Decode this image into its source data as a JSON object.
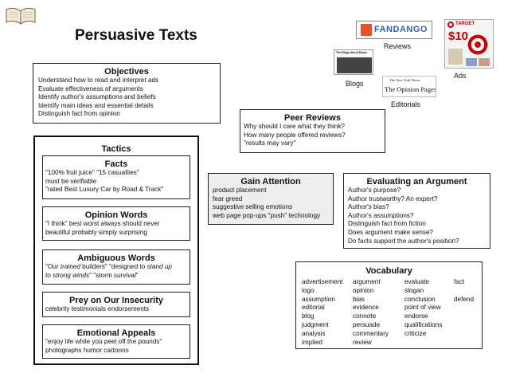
{
  "title": "Persuasive Texts",
  "media": {
    "fandango": "FANDANGO",
    "reviews_label": "Reviews",
    "target_logo": "TARGET",
    "target_price": "$10",
    "ads_label": "Ads",
    "blogs_header": "The Blogs About Music",
    "blogs_label": "Blogs",
    "nyt_name": "The New York Times",
    "opinion_pages": "The Opinion Pages",
    "editorials_label": "Editorials"
  },
  "objectives": {
    "title": "Objectives",
    "items": [
      "Understand how to read and interpret ads",
      "Evaluate effectiveness of arguments",
      "Identify author's assumptions and beliefs",
      "Identify main ideas and essential details",
      "Distinguish fact from opinion"
    ]
  },
  "peer_reviews": {
    "title": "Peer Reviews",
    "items": [
      "Why should I care what they think?",
      "How many people offered reviews?",
      "\"results may vary\""
    ]
  },
  "tactics": {
    "title": "Tactics",
    "facts": {
      "title": "Facts",
      "lines": [
        "\"100% fruit juice\" \"15 casualties\"",
        "must be verifiable",
        "\"rated Best Luxury Car by Road & Track\""
      ]
    },
    "opinion_words": {
      "title": "Opinion  Words",
      "lines": [
        "\"I think\"   best   worst   always  should   never",
        "beautiful  probably  simply  surprising"
      ]
    },
    "ambiguous_words": {
      "title": "Ambiguous  Words",
      "line1_a": "\"Our ",
      "line1_b": "trained",
      "line1_c": " builders\"   \"designed to ",
      "line1_d": "stand up",
      "line2_a": "to strong winds",
      "line2_b": "\"  \"storm ",
      "line2_c": "survival",
      "line2_d": "\""
    },
    "insecurity": {
      "title": "Prey on Our Insecurity",
      "lines": [
        "celebrity testimonials          endorsements"
      ]
    },
    "emotional": {
      "title": "Emotional Appeals",
      "lines": [
        "\"enjoy life while you peel off the pounds\"",
        "photographs    humor    cartoons"
      ]
    }
  },
  "gain_attention": {
    "title": "Gain Attention",
    "lines": [
      "product placement",
      "fear                         greed",
      "suggestive selling            emotions",
      "web page pop-ups      \"push\" technology"
    ]
  },
  "evaluating": {
    "title": "Evaluating an Argument",
    "lines": [
      "Author's purpose?",
      "Author trustworthy?  An expert?",
      "Author's bias?",
      "Author's assumptions?",
      "Distinguish fact from fiction",
      "Does argument make sense?",
      "Do facts support the author's position?"
    ]
  },
  "vocabulary": {
    "title": "Vocabulary",
    "col1": [
      "advertisement",
      "logo",
      "assumption",
      "editorial",
      "blog",
      "judgment",
      "analysis",
      "implied"
    ],
    "col2": [
      "argument",
      "opinion",
      "bias",
      "evidence",
      "connote",
      "persuade",
      "commentary",
      "review"
    ],
    "col3": [
      "evaluate",
      "slogan",
      "conclusion",
      "point of view",
      "endorse",
      "qualifications",
      "criticize"
    ],
    "col4": [
      "fact",
      "",
      "defend"
    ]
  }
}
